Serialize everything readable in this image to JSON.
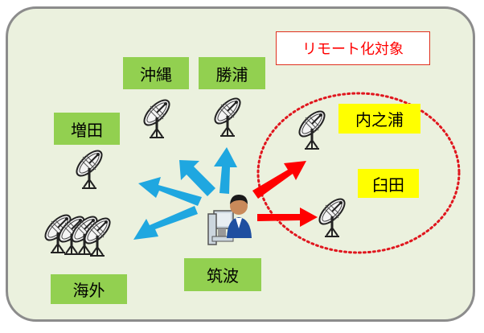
{
  "labels": {
    "okinawa": "沖縄",
    "katsuura": "勝浦",
    "masuda": "増田",
    "kaigai": "海外",
    "tsukuba": "筑波",
    "uchinoura": "内之浦",
    "usuda": "臼田"
  },
  "remote_box": {
    "text": "リモート化対象"
  },
  "colors": {
    "panel_bg": "#ebf1de",
    "label_green": "#92d050",
    "label_yellow": "#ffff00",
    "arrow_blue": "#1fa7e0",
    "arrow_red": "#ff0000",
    "remote_text": "#ff0000"
  }
}
